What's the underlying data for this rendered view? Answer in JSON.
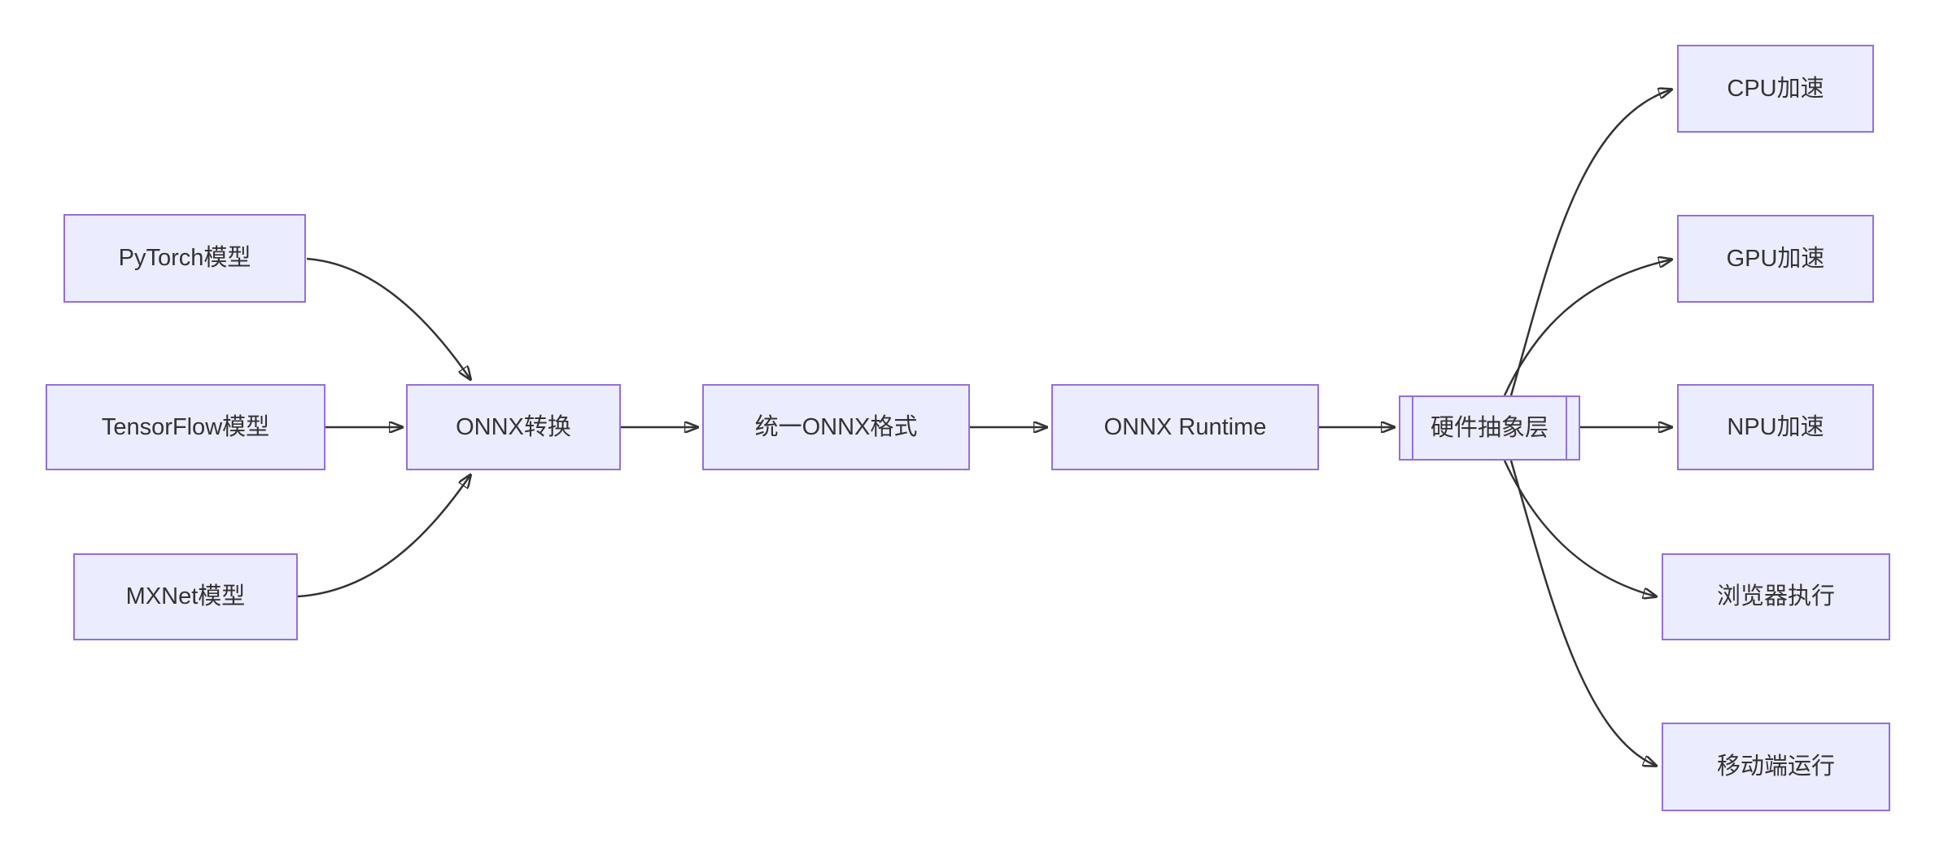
{
  "diagram": {
    "type": "flowchart-LR",
    "colors": {
      "background": "#ffffff",
      "node_fill": "#ECECFF",
      "node_border": "#9370DB",
      "text": "#333333",
      "edge": "#333333"
    },
    "nodes": {
      "pytorch": {
        "label": "PyTorch模型",
        "shape": "rect"
      },
      "tensorflow": {
        "label": "TensorFlow模型",
        "shape": "rect"
      },
      "mxnet": {
        "label": "MXNet模型",
        "shape": "rect"
      },
      "convert": {
        "label": "ONNX转换",
        "shape": "rect"
      },
      "format": {
        "label": "统一ONNX格式",
        "shape": "rect"
      },
      "runtime": {
        "label": "ONNX Runtime",
        "shape": "rect"
      },
      "hal": {
        "label": "硬件抽象层",
        "shape": "subroutine"
      },
      "cpu": {
        "label": "CPU加速",
        "shape": "rect"
      },
      "gpu": {
        "label": "GPU加速",
        "shape": "rect"
      },
      "npu": {
        "label": "NPU加速",
        "shape": "rect"
      },
      "browser": {
        "label": "浏览器执行",
        "shape": "rect"
      },
      "mobile": {
        "label": "移动端运行",
        "shape": "rect"
      }
    },
    "edges": [
      {
        "from": "pytorch",
        "to": "convert"
      },
      {
        "from": "tensorflow",
        "to": "convert"
      },
      {
        "from": "mxnet",
        "to": "convert"
      },
      {
        "from": "convert",
        "to": "format"
      },
      {
        "from": "format",
        "to": "runtime"
      },
      {
        "from": "runtime",
        "to": "hal"
      },
      {
        "from": "hal",
        "to": "cpu"
      },
      {
        "from": "hal",
        "to": "gpu"
      },
      {
        "from": "hal",
        "to": "npu"
      },
      {
        "from": "hal",
        "to": "browser"
      },
      {
        "from": "hal",
        "to": "mobile"
      }
    ]
  }
}
